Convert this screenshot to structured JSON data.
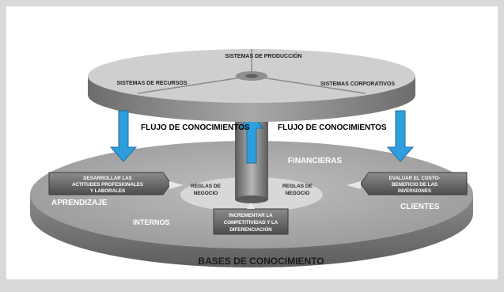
{
  "top_disc": {
    "production": "SISTEMAS DE PRODUCCIÓN",
    "resources": "SISTEMAS DE RECURSOS",
    "corporate": "SISTEMAS CORPORATIVOS"
  },
  "flows": {
    "left": "FLUJO DE CONOCIMIENTOS",
    "right": "FLUJO DE CONOCIMIENTOS"
  },
  "base": {
    "financieras": "FINANCIERAS",
    "aprendizaje": "APRENDIZAJE",
    "internos": "INTERNOS",
    "clientes": "CLIENTES",
    "bases": "BASES DE CONOCIMIENTO"
  },
  "boxes": {
    "left": [
      "DESARROLLAR LAS",
      "ACTITUDES PROFESIONALES",
      "Y LABORALES"
    ],
    "center": [
      "INCREMENTAR LA",
      "COMPETITIVIDAD Y LA",
      "DIFERENCIACIÓN"
    ],
    "right": [
      "EVALUAR EL COSTO-",
      "BENEFICIO DE LAS",
      "INVERSIONES"
    ]
  },
  "rules": {
    "left": [
      "REGLAS DE",
      "NEGOCIO"
    ],
    "right": [
      "REGLAS DE",
      "NEGOCIO"
    ]
  },
  "colors": {
    "arrow_blue": "#2e9fdc",
    "disc_top": "#c9c9c9",
    "disc_side": "#7a7a7a",
    "box_fill": "#6a6a6a"
  }
}
